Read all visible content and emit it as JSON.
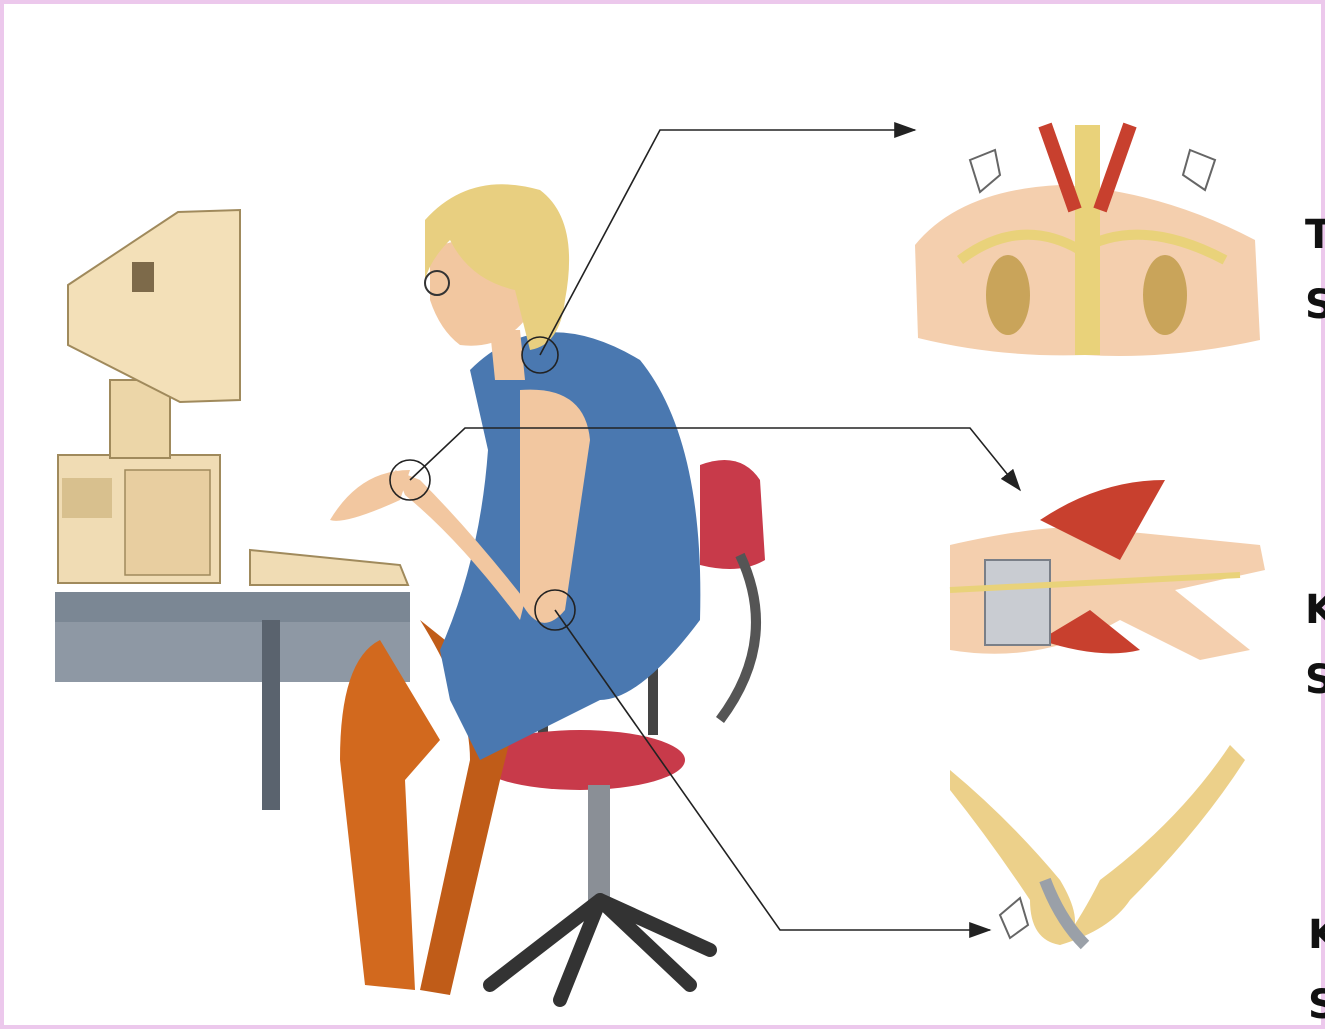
{
  "labels": [
    {
      "line1": "T",
      "line2": "S"
    },
    {
      "line1": "K",
      "line2": "S"
    },
    {
      "line1": "K",
      "line2": "S"
    }
  ],
  "colors": {
    "frame": "#ecc8ec",
    "dress": "#4a78b0",
    "skin": "#f2c7a0",
    "hair": "#e8cf80",
    "stockings": "#d2691e",
    "chair": "#c83a4a",
    "computer": "#f0dcb4",
    "desk": "#6e7a88"
  },
  "icons": [
    "monitor-illustration",
    "keyboard-illustration",
    "office-chair-illustration",
    "woman-illustration",
    "neck-shoulder-anatomy-illustration",
    "wrist-anatomy-illustration",
    "elbow-anatomy-illustration"
  ]
}
